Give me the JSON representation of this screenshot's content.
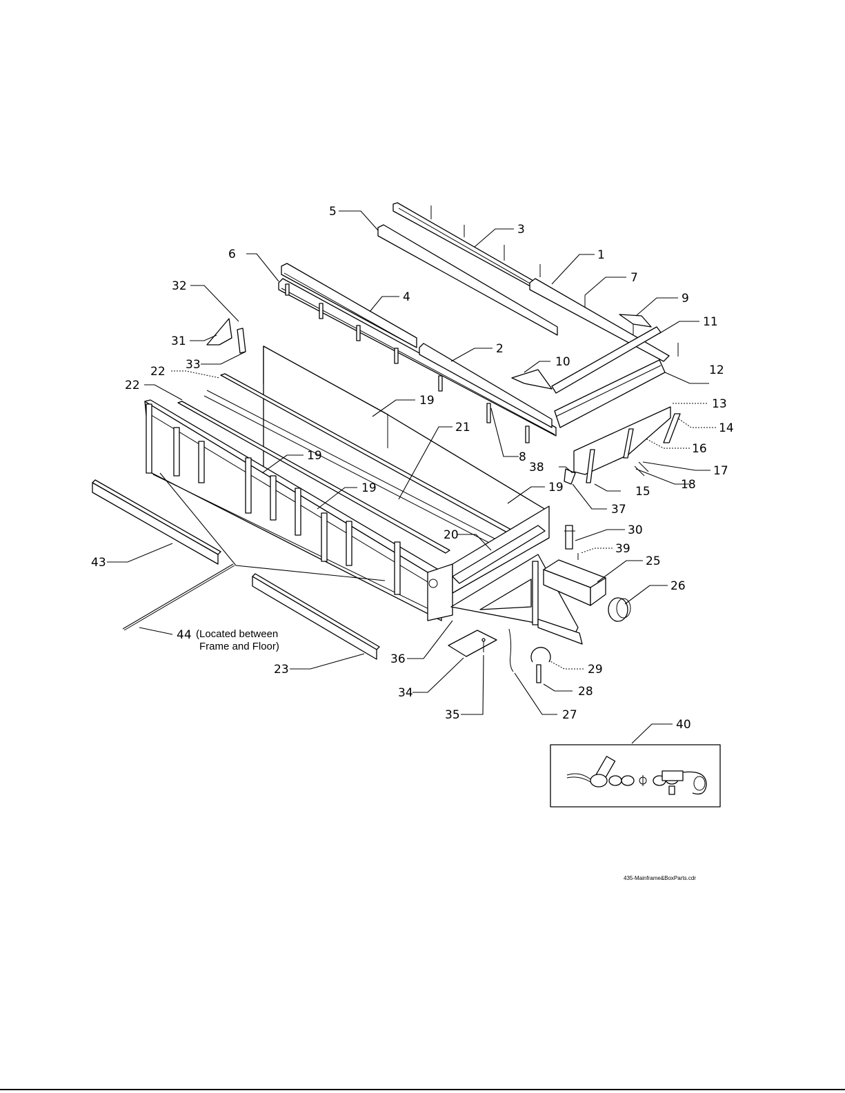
{
  "callouts": {
    "c1": "1",
    "c2": "2",
    "c3": "3",
    "c4": "4",
    "c5": "5",
    "c6": "6",
    "c7": "7",
    "c8": "8",
    "c9": "9",
    "c10": "10",
    "c11": "11",
    "c12": "12",
    "c13": "13",
    "c14": "14",
    "c15": "15",
    "c16": "16",
    "c17": "17",
    "c18": "18",
    "c19a": "19",
    "c19b": "19",
    "c19c": "19",
    "c19d": "19",
    "c20": "20",
    "c21": "21",
    "c22a": "22",
    "c22b": "22",
    "c23": "23",
    "c25": "25",
    "c26": "26",
    "c27": "27",
    "c28": "28",
    "c29": "29",
    "c30": "30",
    "c31": "31",
    "c32": "32",
    "c33": "33",
    "c34": "34",
    "c35": "35",
    "c36": "36",
    "c37": "37",
    "c38": "38",
    "c39": "39",
    "c40": "40",
    "c43": "43",
    "c44": "44"
  },
  "note44": {
    "line1": "(Located between",
    "line2": "Frame and Floor)"
  },
  "file_name": "435-Mainframe&BoxParts.cdr",
  "colors": {
    "line": "#000000",
    "background": "#ffffff"
  }
}
